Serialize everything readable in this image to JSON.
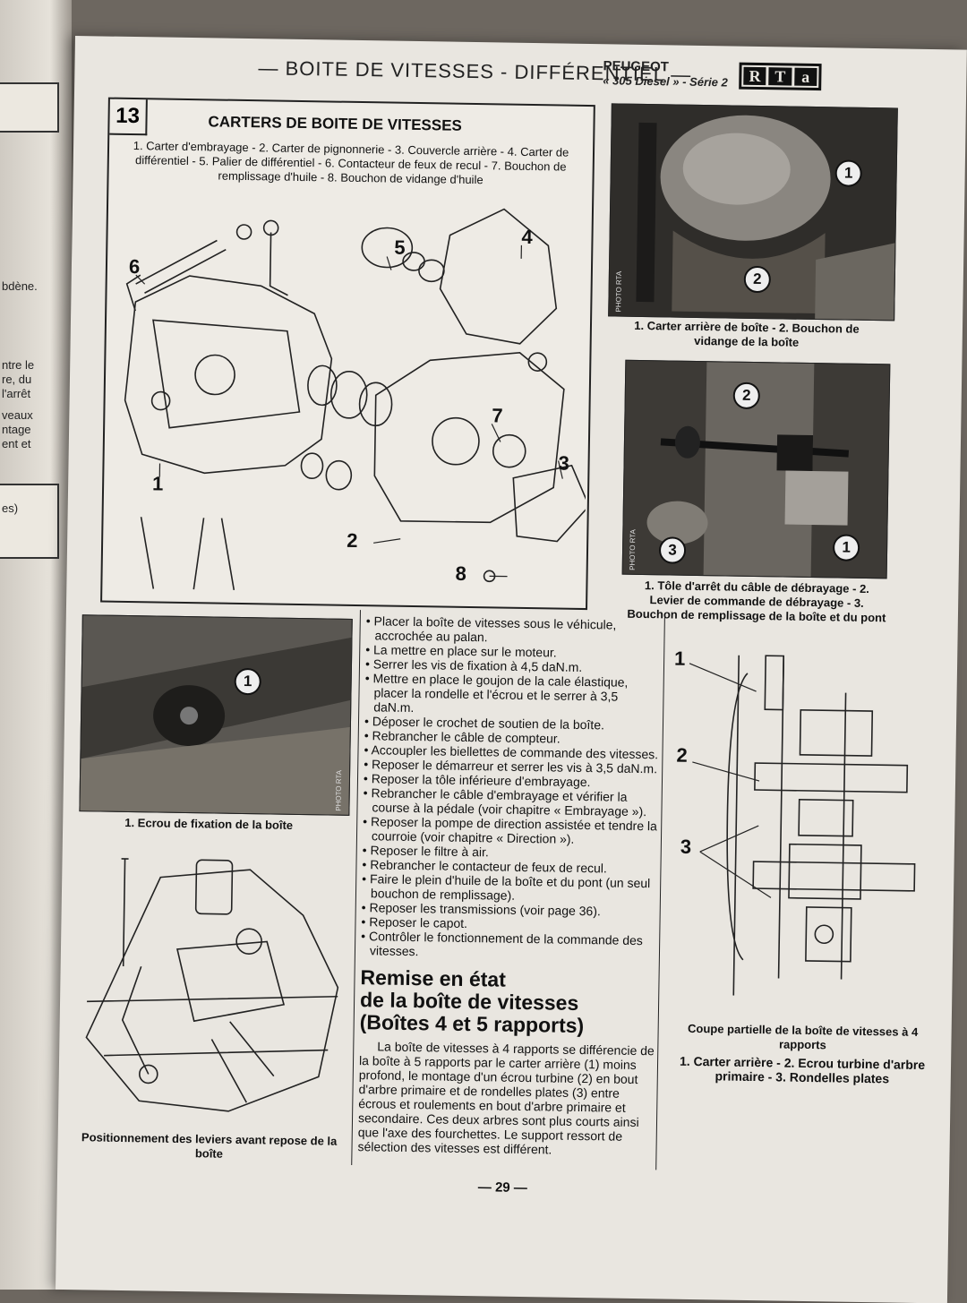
{
  "left_page": {
    "fragments": [
      "bdène.",
      "ntre le",
      "re, du",
      "l'arrêt",
      "veaux",
      "ntage",
      "ent et",
      "es)"
    ]
  },
  "header": {
    "title": "— BOITE DE VITESSES - DIFFÉRENTIEL —",
    "brand": "PEUGEOT",
    "model": "« 305 Diesel » - Série 2",
    "logo_letters": [
      "R",
      "T",
      "a"
    ]
  },
  "figure13": {
    "number": "13",
    "title": "CARTERS DE BOITE DE VITESSES",
    "legend": "1. Carter d'embrayage - 2. Carter de pignonnerie - 3. Couvercle arrière - 4. Carter de différentiel - 5. Palier de différentiel - 6. Contacteur de feux de recul - 7. Bouchon de remplissage d'huile - 8. Bouchon de vidange d'huile",
    "callouts": [
      "1",
      "2",
      "3",
      "4",
      "5",
      "6",
      "7",
      "8"
    ]
  },
  "photo_top_right": {
    "callouts": [
      "1",
      "2"
    ],
    "credit": "PHOTO RTA",
    "caption": "1. Carter arrière de boîte - 2. Bouchon de vidange de la boîte"
  },
  "photo_mid_right": {
    "callouts": [
      "2",
      "3",
      "1"
    ],
    "credit": "PHOTO RTA",
    "caption": "1. Tôle d'arrêt du câble de débrayage - 2. Levier de commande de débrayage - 3. Bouchon de remplissage de la boîte et du pont"
  },
  "photo_left": {
    "callouts": [
      "1"
    ],
    "credit": "PHOTO RTA",
    "caption": "1. Ecrou de fixation de la boîte"
  },
  "sketch_left": {
    "caption": "Positionnement des leviers avant repose de la boîte"
  },
  "instructions": [
    "Placer la boîte de vitesses sous le véhicule, accrochée au palan.",
    "La mettre en place sur le moteur.",
    "Serrer les vis de fixation à 4,5 daN.m.",
    "Mettre en place le goujon de la cale élastique, placer la rondelle et l'écrou et le serrer à 3,5 daN.m.",
    "Déposer le crochet de soutien de la boîte.",
    "Rebrancher le câble de compteur.",
    "Accoupler les biellettes de commande des vitesses.",
    "Reposer le démarreur et serrer les vis à 3,5 daN.m.",
    "Reposer la tôle inférieure d'embrayage.",
    "Rebrancher le câble d'embrayage et vérifier la course à la pédale (voir chapitre « Embrayage »).",
    "Reposer la pompe de direction assistée et tendre la courroie (voir chapitre « Direction »).",
    "Reposer le filtre à air.",
    "Rebrancher le contacteur de feux de recul.",
    "Faire le plein d'huile de la boîte et du pont (un seul bouchon de remplissage).",
    "Reposer les transmissions (voir page 36).",
    "Reposer le capot.",
    "Contrôler le fonctionnement de la commande des vitesses."
  ],
  "section": {
    "title_lines": [
      "Remise en état",
      "de la boîte de vitesses",
      "(Boîtes 4 et 5 rapports)"
    ],
    "paragraph": "La boîte de vitesses à 4 rapports se différencie de la boîte à 5 rapports par le carter arrière (1) moins profond, le montage d'un écrou turbine (2) en bout d'arbre primaire et de rondelles plates (3) entre écrous et roulements en bout d'arbre primaire et secondaire. Ces deux arbres sont plus courts ainsi que l'axe des fourchettes. Le support ressort de sélection des vitesses est différent."
  },
  "section_drawing": {
    "callouts": [
      "1",
      "2",
      "3"
    ],
    "caption_title": "Coupe partielle de la boîte de vitesses à 4 rapports",
    "caption_legend": "1. Carter arrière - 2. Ecrou turbine d'arbre primaire - 3. Rondelles plates"
  },
  "page_number": "— 29 —"
}
